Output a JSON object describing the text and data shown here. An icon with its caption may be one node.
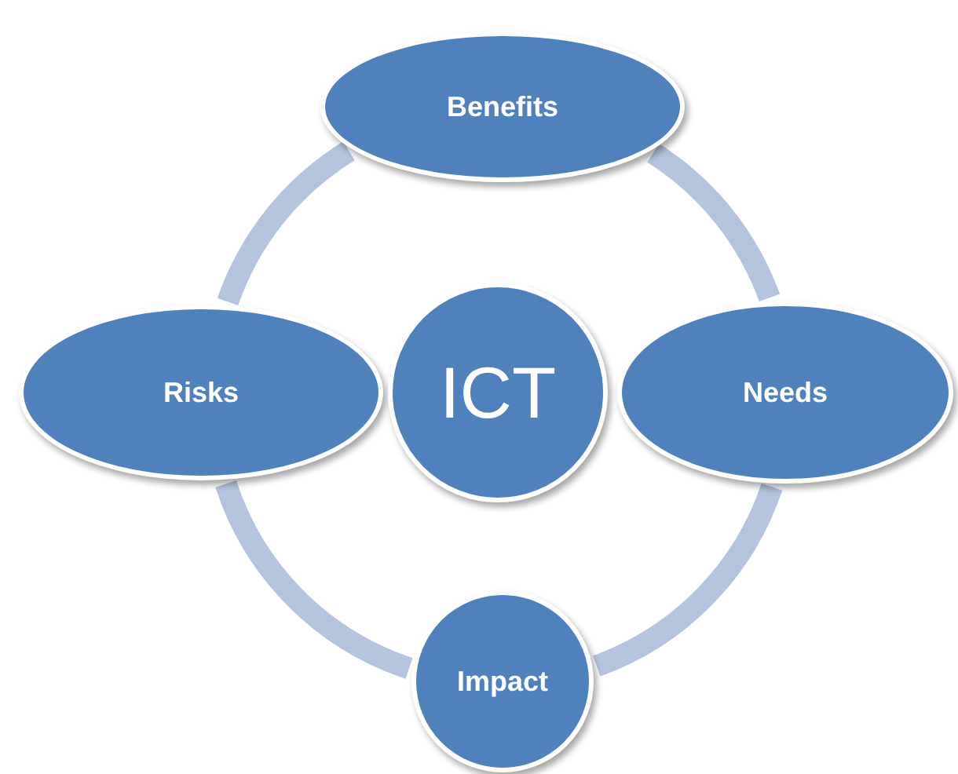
{
  "diagram": {
    "nodes": [
      {
        "text": [
          "Benefits"
        ]
      },
      {
        "text": [
          "Risks"
        ]
      },
      {
        "text": [
          "ICT"
        ]
      },
      {
        "text": [
          "Needs"
        ]
      },
      {
        "text": [
          "Impact"
        ]
      }
    ],
    "edges": [
      {
        "from": 0,
        "to": 3,
        "arrow": "none"
      },
      {
        "from": 3,
        "to": 4,
        "arrow": "none"
      },
      {
        "from": 4,
        "to": 1,
        "arrow": "none"
      },
      {
        "from": 1,
        "to": 0,
        "arrow": "none"
      }
    ]
  }
}
